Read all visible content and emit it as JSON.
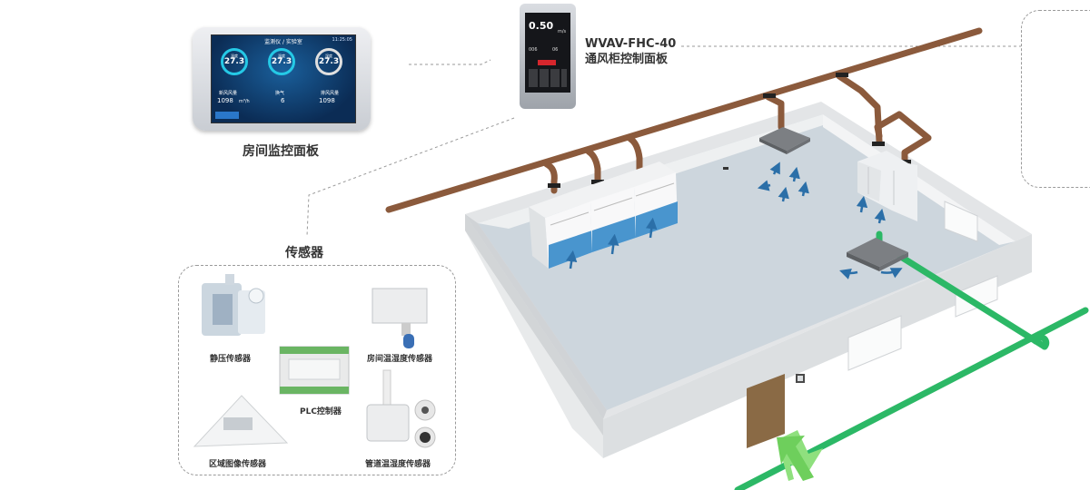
{
  "room_panel": {
    "label": "房间监控面板",
    "screen": {
      "header": "监测仪 / 实验室",
      "time": "11:25:05",
      "gauges": [
        {
          "label": "温度",
          "value": "27.3"
        },
        {
          "label": "温度",
          "value": "27.3"
        },
        {
          "label": "湿度",
          "value": "27.3"
        }
      ],
      "stats": [
        {
          "label": "新风风量",
          "value": "1098"
        },
        {
          "label": "换气",
          "value": "6"
        },
        {
          "label": "排风风量",
          "value": "1098"
        }
      ],
      "unit": "m³/h"
    }
  },
  "wvav": {
    "model": "WVAV-FHC-40",
    "name": "通风柜控制面板",
    "screen": {
      "main_value": "0.50",
      "unit": "m/s",
      "left_value": "006",
      "right_value": "06"
    }
  },
  "sensors": {
    "title": "传感器",
    "items": [
      {
        "label": "静压传感器"
      },
      {
        "label": "房间温湿度传感器"
      },
      {
        "label": "PLC控制器"
      },
      {
        "label": "区域图像传感器"
      },
      {
        "label": "管道温湿度传感器"
      }
    ]
  },
  "colors": {
    "duct": "#8b5a3c",
    "green_pipe": "#2cb866",
    "hood_blue": "#2a84c7",
    "arrow_blue": "#2b6fa8",
    "door": "#8a6a45",
    "floor": "#cdd6dd"
  }
}
